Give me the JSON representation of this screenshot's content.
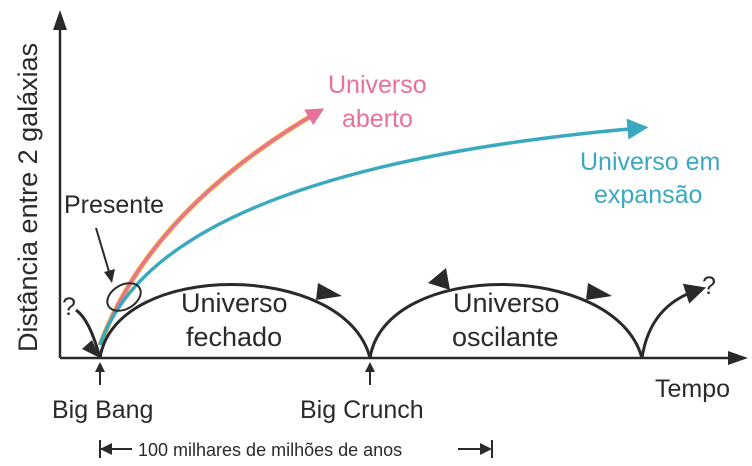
{
  "axes": {
    "y_label": "Distância entre 2 galáxias",
    "x_label": "Tempo"
  },
  "labels": {
    "presente": "Presente",
    "question_left": "?",
    "question_right": "?",
    "big_bang": "Big Bang",
    "big_crunch": "Big Crunch",
    "scale": "100 milhares de milhões de anos"
  },
  "curves": {
    "aberto": {
      "line1": "Universo",
      "line2": "aberto",
      "color": "#e8709a"
    },
    "expansao": {
      "line1": "Universo em",
      "line2": "expansão",
      "color": "#3aa9c0"
    },
    "fechado": {
      "line1": "Universo",
      "line2": "fechado",
      "color": "#2a2a2a"
    },
    "oscilante": {
      "line1": "Universo",
      "line2": "oscilante",
      "color": "#2a2a2a"
    }
  },
  "colors": {
    "axis": "#2a2a2a",
    "aberto_orange": "#f5a623",
    "aberto_pink": "#e8709a",
    "expansao_blue": "#3aa9c0"
  }
}
